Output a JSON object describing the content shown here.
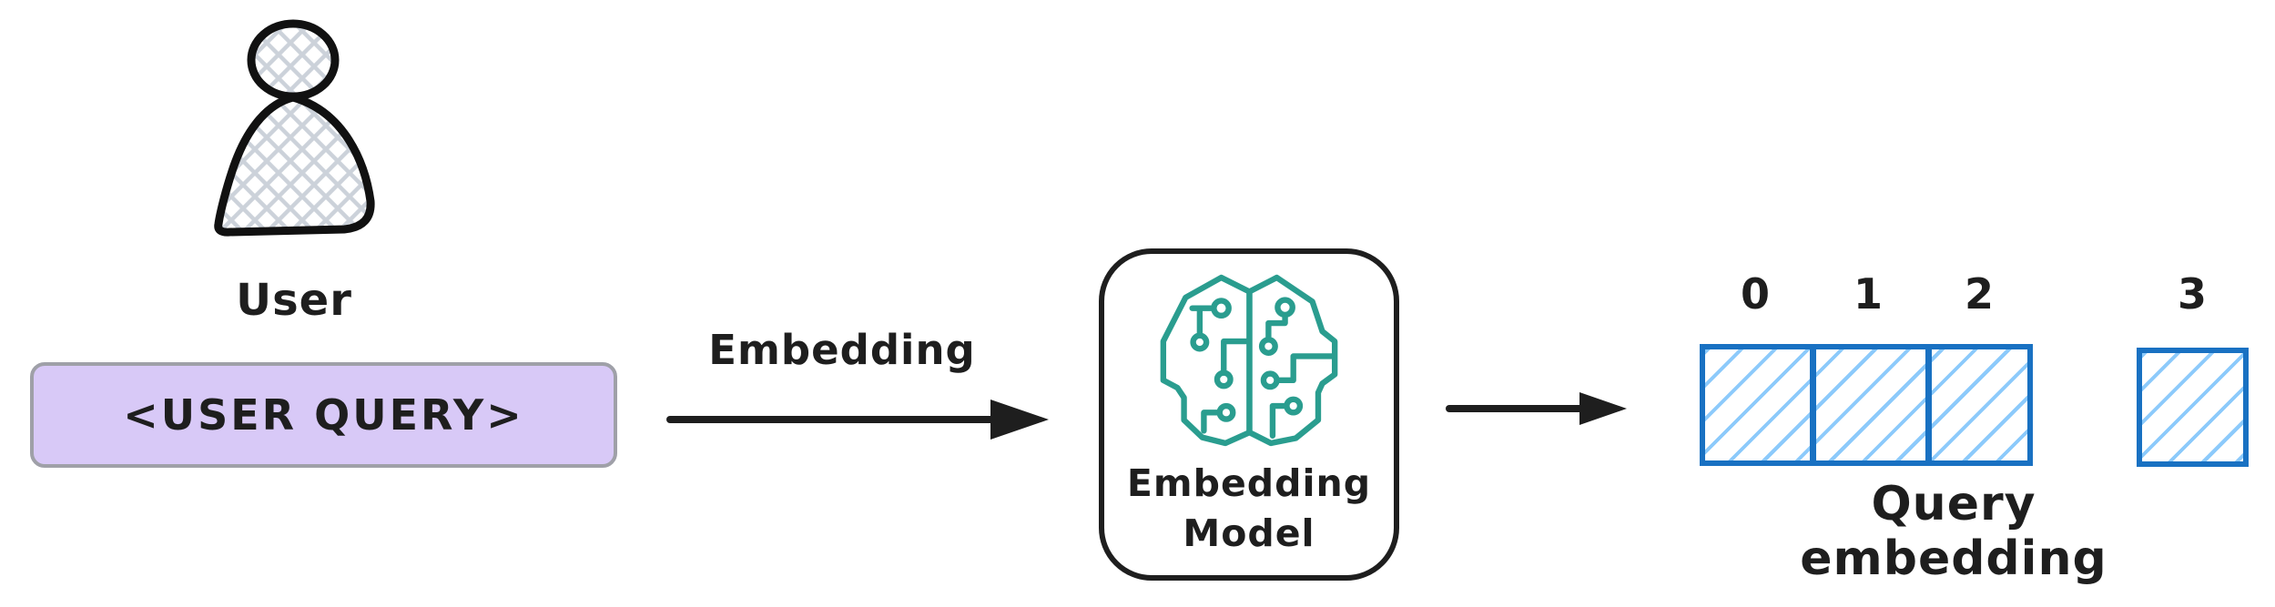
{
  "user": {
    "label": "User"
  },
  "query_box": {
    "text": "<USER QUERY>"
  },
  "embedding_arrow": {
    "label": "Embedding"
  },
  "model_box": {
    "line1": "Embedding",
    "line2": "Model"
  },
  "cells": {
    "indices": [
      "0",
      "1",
      "2",
      "3"
    ],
    "caption": "Query embedding"
  },
  "colors": {
    "ink": "#1e1e1e",
    "brain_teal": "#2a9d8f",
    "cell_border": "#1971c2",
    "cell_hatch": "#8ccafb",
    "query_fill": "#d8c9f7",
    "query_border": "#9fa0a8",
    "person_hatch": "#ccd2da"
  }
}
